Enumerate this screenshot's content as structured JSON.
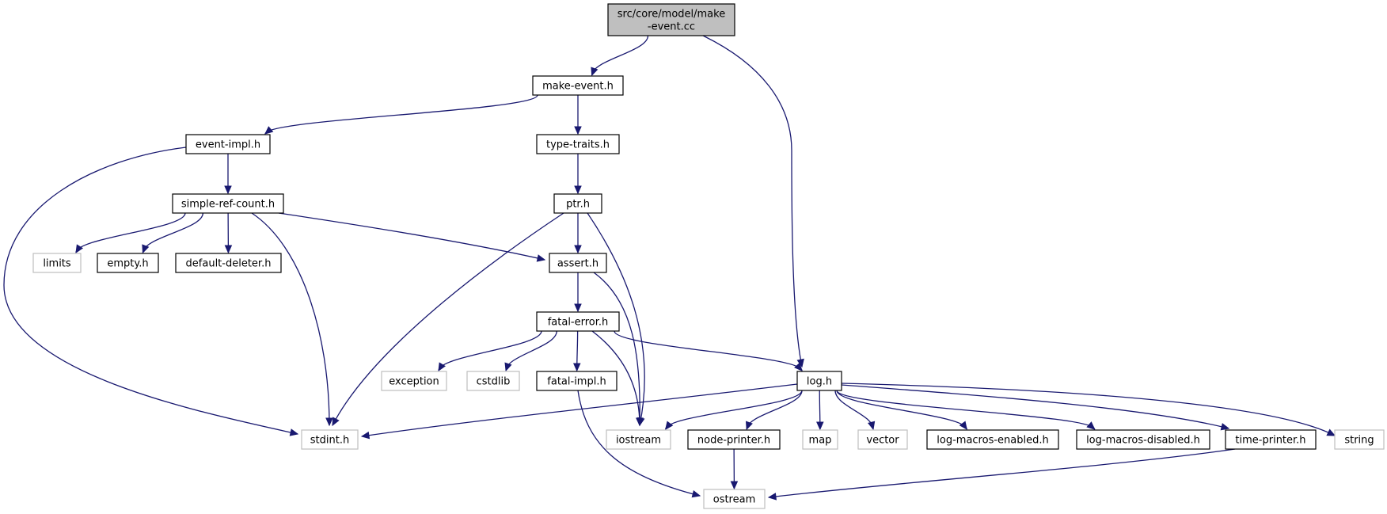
{
  "colors": {
    "edge": "#191970",
    "root_fill": "#bfbfbf",
    "node_border": "#000000",
    "external_border": "#bfbfbf",
    "node_fill": "#ffffff"
  },
  "nodes": {
    "root": "src/core/model/make\n-event.cc",
    "make_event_h": "make-event.h",
    "event_impl_h": "event-impl.h",
    "type_traits_h": "type-traits.h",
    "simple_ref_count_h": "simple-ref-count.h",
    "ptr_h": "ptr.h",
    "limits": "limits",
    "empty_h": "empty.h",
    "default_deleter_h": "default-deleter.h",
    "assert_h": "assert.h",
    "fatal_error_h": "fatal-error.h",
    "exception": "exception",
    "cstdlib": "cstdlib",
    "fatal_impl_h": "fatal-impl.h",
    "log_h": "log.h",
    "stdint_h": "stdint.h",
    "iostream": "iostream",
    "node_printer_h": "node-printer.h",
    "map": "map",
    "vector": "vector",
    "log_macros_enabled_h": "log-macros-enabled.h",
    "log_macros_disabled_h": "log-macros-disabled.h",
    "time_printer_h": "time-printer.h",
    "string": "string",
    "ostream": "ostream"
  },
  "edges": [
    [
      "root",
      "make_event_h"
    ],
    [
      "root",
      "log_h"
    ],
    [
      "make_event_h",
      "event_impl_h"
    ],
    [
      "make_event_h",
      "type_traits_h"
    ],
    [
      "event_impl_h",
      "simple_ref_count_h"
    ],
    [
      "event_impl_h",
      "stdint_h"
    ],
    [
      "type_traits_h",
      "ptr_h"
    ],
    [
      "simple_ref_count_h",
      "limits"
    ],
    [
      "simple_ref_count_h",
      "empty_h"
    ],
    [
      "simple_ref_count_h",
      "default_deleter_h"
    ],
    [
      "simple_ref_count_h",
      "assert_h"
    ],
    [
      "simple_ref_count_h",
      "stdint_h"
    ],
    [
      "ptr_h",
      "assert_h"
    ],
    [
      "ptr_h",
      "stdint_h"
    ],
    [
      "ptr_h",
      "iostream"
    ],
    [
      "assert_h",
      "fatal_error_h"
    ],
    [
      "assert_h",
      "iostream"
    ],
    [
      "fatal_error_h",
      "exception"
    ],
    [
      "fatal_error_h",
      "cstdlib"
    ],
    [
      "fatal_error_h",
      "fatal_impl_h"
    ],
    [
      "fatal_error_h",
      "iostream"
    ],
    [
      "fatal_error_h",
      "log_h"
    ],
    [
      "fatal_impl_h",
      "ostream"
    ],
    [
      "log_h",
      "stdint_h"
    ],
    [
      "log_h",
      "iostream"
    ],
    [
      "log_h",
      "node_printer_h"
    ],
    [
      "log_h",
      "map"
    ],
    [
      "log_h",
      "vector"
    ],
    [
      "log_h",
      "log_macros_enabled_h"
    ],
    [
      "log_h",
      "log_macros_disabled_h"
    ],
    [
      "log_h",
      "time_printer_h"
    ],
    [
      "log_h",
      "string"
    ],
    [
      "node_printer_h",
      "ostream"
    ],
    [
      "time_printer_h",
      "ostream"
    ]
  ]
}
